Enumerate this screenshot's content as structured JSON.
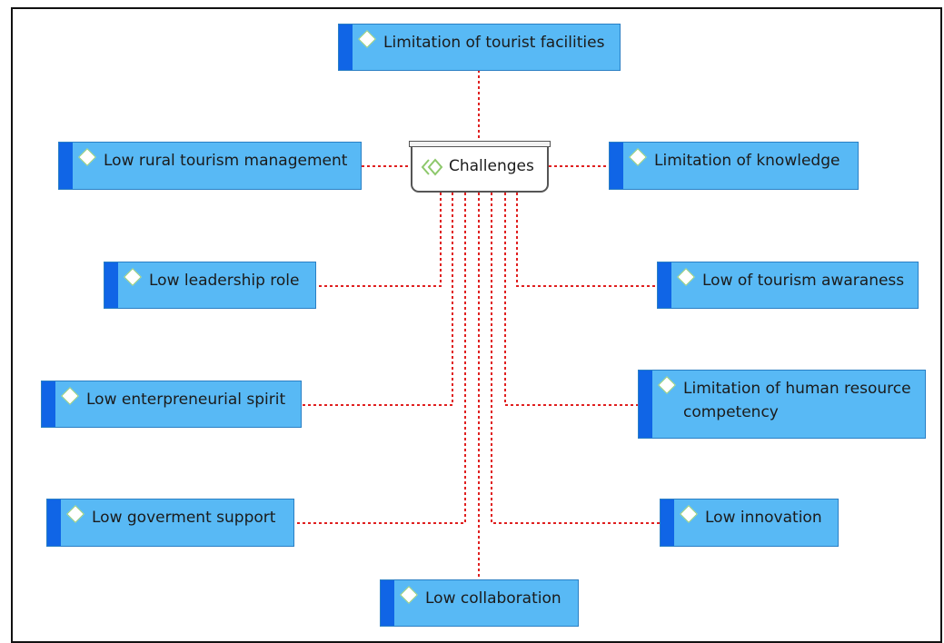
{
  "root": {
    "label": "Challenges",
    "icon": "double-diamond-icon"
  },
  "nodes": [
    {
      "id": "top",
      "label": "Limitation of tourist facilities"
    },
    {
      "id": "l1",
      "label": "Low rural tourism management"
    },
    {
      "id": "r1",
      "label": "Limitation of knowledge"
    },
    {
      "id": "l2",
      "label": "Low leadership role"
    },
    {
      "id": "r2",
      "label": "Low of tourism awaraness"
    },
    {
      "id": "l3",
      "label": "Low enterpreneurial spirit"
    },
    {
      "id": "r3",
      "label": "Limitation of human resource competency"
    },
    {
      "id": "l4",
      "label": "Low goverment support"
    },
    {
      "id": "r4",
      "label": "Low innovation"
    },
    {
      "id": "bottom",
      "label": "Low collaboration"
    }
  ],
  "colors": {
    "node_fill": "#58b9f5",
    "node_bar": "#1065e6",
    "connector": "#e02020",
    "icon": "#9bd07a"
  }
}
